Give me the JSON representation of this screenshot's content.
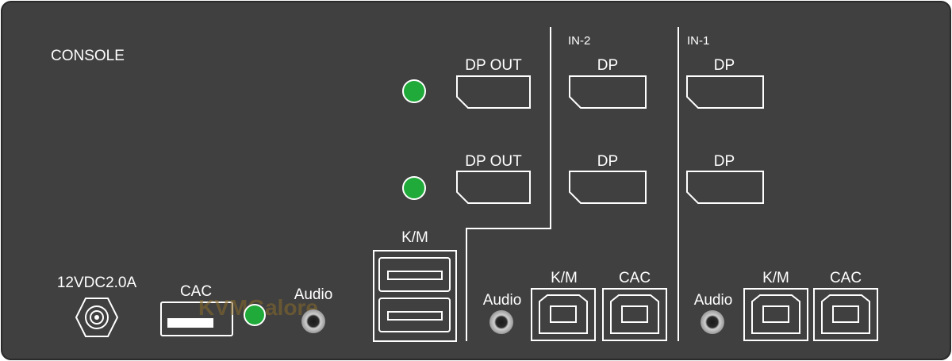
{
  "panel": {
    "title": "CONSOLE",
    "power_label": "12VDC2.0A",
    "background_color": "#404040",
    "led_color": "#1faa3a"
  },
  "console": {
    "dp_out_top": "DP OUT",
    "dp_out_bottom": "DP OUT",
    "km_label": "K/M",
    "cac_label": "CAC",
    "audio_label": "Audio"
  },
  "in2": {
    "title": "IN-2",
    "dp_top": "DP",
    "dp_bottom": "DP",
    "audio_label": "Audio",
    "km_label": "K/M",
    "cac_label": "CAC"
  },
  "in1": {
    "title": "IN-1",
    "dp_top": "DP",
    "dp_bottom": "DP",
    "audio_label": "Audio",
    "km_label": "K/M",
    "cac_label": "CAC"
  },
  "watermark": {
    "text": "KVMGalore"
  }
}
